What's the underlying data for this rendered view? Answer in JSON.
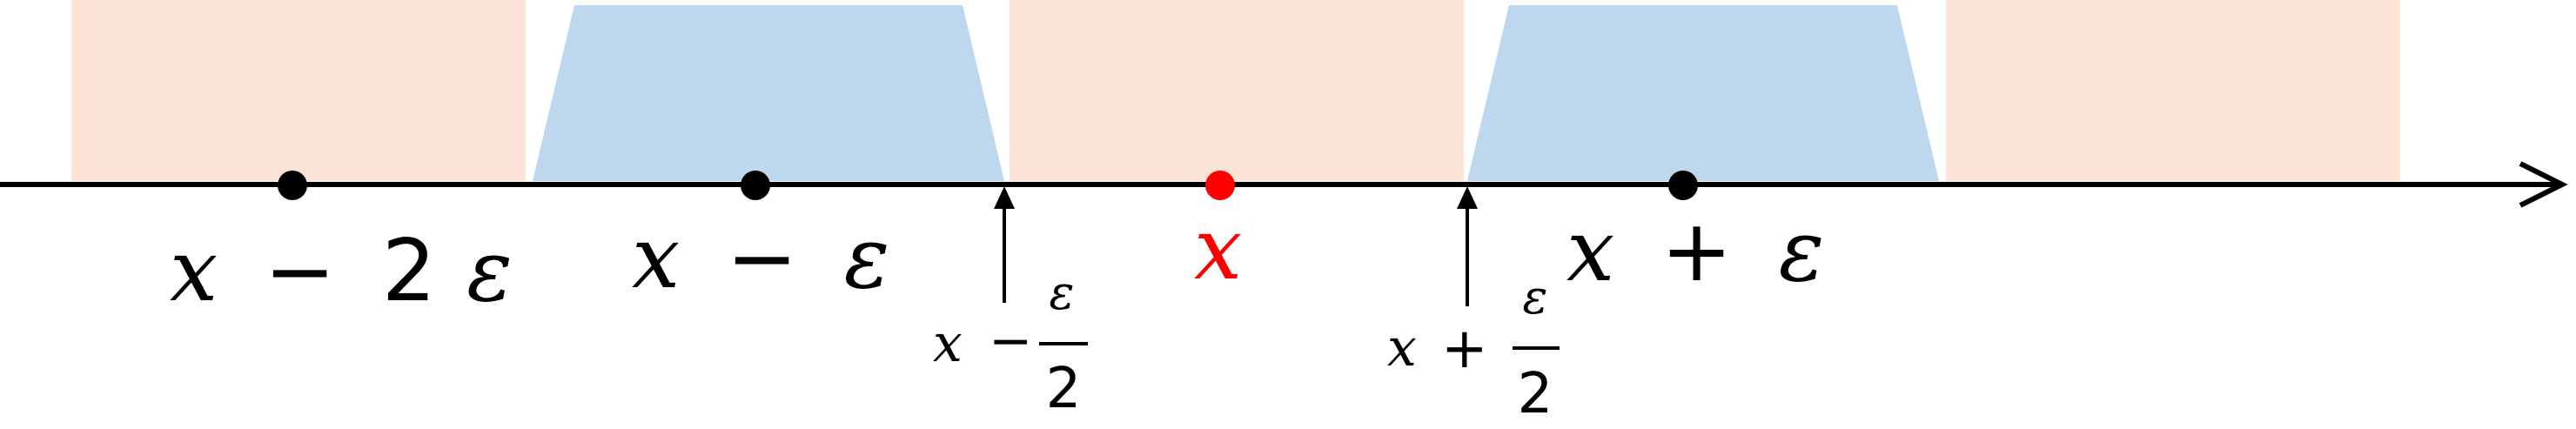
{
  "colors": {
    "peach": "#fbe4d6",
    "blue": "#bdd7ee",
    "axis": "#000000",
    "point": "#000000",
    "highlight": "#ff0000"
  },
  "labels": {
    "x_minus_2eps": {
      "var": "x",
      "op": "−",
      "coef": "2",
      "eps": "ε"
    },
    "x_minus_eps": {
      "var": "x",
      "op": "−",
      "eps": "ε"
    },
    "x": {
      "var": "x"
    },
    "x_plus_eps": {
      "var": "x",
      "op": "+",
      "eps": "ε"
    },
    "x_minus_half_eps": {
      "var": "x",
      "op": "−",
      "num": "ε",
      "den": "2"
    },
    "x_plus_half_eps": {
      "var": "x",
      "op": "+",
      "num": "ε",
      "den": "2"
    }
  }
}
